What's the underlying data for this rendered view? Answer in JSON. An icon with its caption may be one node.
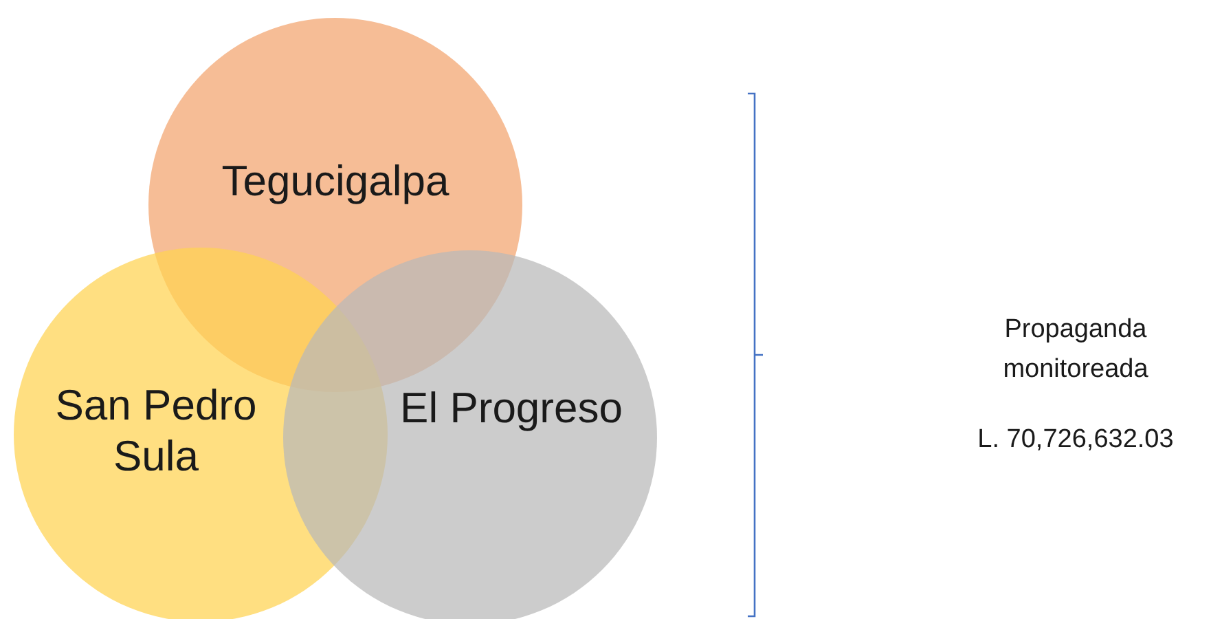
{
  "diagram": {
    "nodes": [
      {
        "text": [
          "Tegucigalpa"
        ]
      },
      {
        "text": [
          "San Pedro Sula"
        ]
      },
      {
        "text": [
          "El Progreso"
        ]
      }
    ],
    "labels": [
      "Propaganda monitoreada",
      "L. 70,726,632.03"
    ]
  }
}
